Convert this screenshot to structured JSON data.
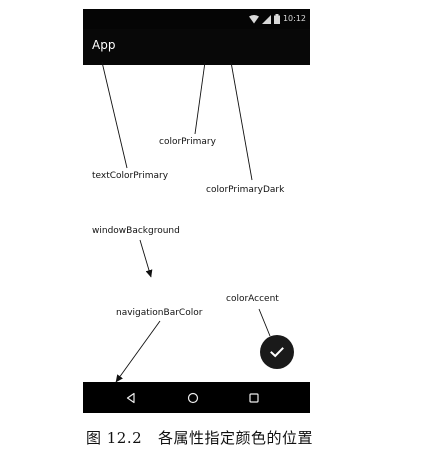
{
  "status_bar": {
    "time": "10:12",
    "icons": [
      "wifi-icon",
      "signal-icon",
      "battery-icon"
    ]
  },
  "app_bar": {
    "title": "App"
  },
  "labels": {
    "text_color_primary": "textColorPrimary",
    "color_primary": "colorPrimary",
    "color_primary_dark": "colorPrimaryDark",
    "window_background": "windowBackground",
    "navigation_bar_color": "navigationBarColor",
    "color_accent": "colorAccent"
  },
  "nav_bar": {
    "icons": [
      "back-icon",
      "home-icon",
      "recents-icon"
    ]
  },
  "fab": {
    "icon": "check-icon"
  },
  "caption": "图 12.2   各属性指定颜色的位置",
  "colors": {
    "status_bar": "#050505",
    "app_bar": "#080808",
    "nav_bar": "#000000",
    "fab": "#1a1a1a",
    "text": "#111111"
  }
}
